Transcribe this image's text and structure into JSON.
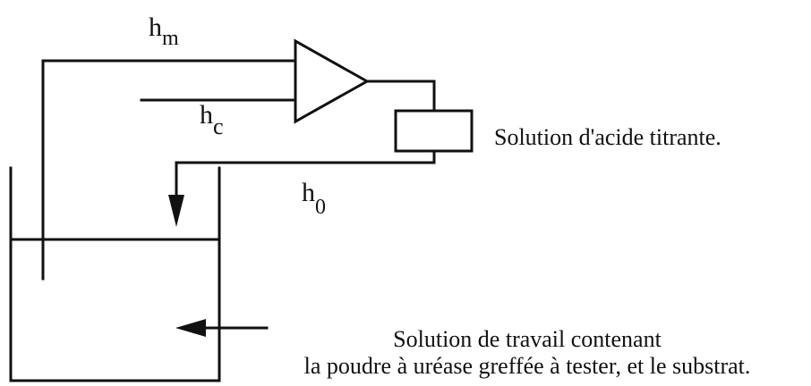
{
  "labels": {
    "hm_base": "h",
    "hm_sub": "m",
    "hc_base": "h",
    "hc_sub": "c",
    "h0_base": "h",
    "h0_sub": "0",
    "titrant": "Solution d'acide titrante.",
    "work_line1": "Solution de travail contenant",
    "work_line2": "la poudre à uréase greffée à tester, et le substrat."
  }
}
